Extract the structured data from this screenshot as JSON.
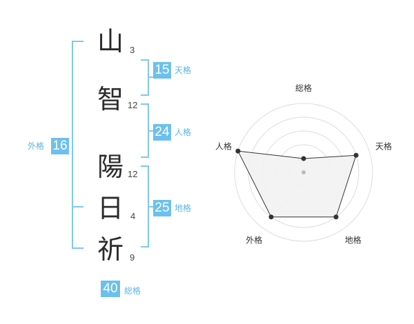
{
  "name": {
    "characters": [
      {
        "char": "山",
        "strokes": "3"
      },
      {
        "char": "智",
        "strokes": "12"
      },
      {
        "char": "陽",
        "strokes": "12"
      },
      {
        "char": "日",
        "strokes": "4"
      },
      {
        "char": "祈",
        "strokes": "9"
      }
    ]
  },
  "fortunes": {
    "tenkaku": {
      "value": "15",
      "label": "天格"
    },
    "jinkaku": {
      "value": "24",
      "label": "人格"
    },
    "chikaku": {
      "value": "25",
      "label": "地格"
    },
    "gaikaku": {
      "value": "16",
      "label": "外格"
    },
    "soukaku": {
      "value": "40",
      "label": "総格"
    }
  },
  "chart_data": {
    "type": "radar",
    "axes": [
      "総格",
      "天格",
      "地格",
      "外格",
      "人格"
    ],
    "values": [
      1,
      4,
      4,
      4,
      5
    ],
    "max": 5,
    "colors": {
      "fill": "#f2f2f2",
      "line": "#333333",
      "grid": "#dddddd",
      "center": "#bbbbbb"
    }
  }
}
